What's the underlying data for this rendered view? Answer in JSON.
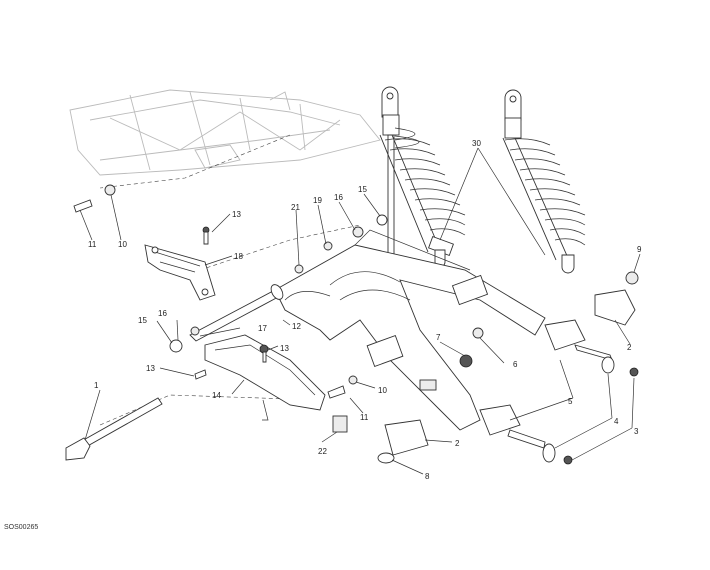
{
  "diagram_code": "SOS00265",
  "labels": {
    "l1": "1",
    "l2a": "2",
    "l2b": "2",
    "l3": "3",
    "l4": "4",
    "l5": "5",
    "l6": "6",
    "l7": "7",
    "l8": "8",
    "l9": "9",
    "l10a": "10",
    "l10b": "10",
    "l11a": "11",
    "l11b": "11",
    "l12": "12",
    "l13a": "13",
    "l13b": "13",
    "l13c": "13",
    "l14": "14",
    "l15a": "15",
    "l15b": "15",
    "l16a": "16",
    "l16b": "16",
    "l17": "17",
    "l18": "18",
    "l19": "19",
    "l21": "21",
    "l22": "22",
    "l30": "30"
  }
}
